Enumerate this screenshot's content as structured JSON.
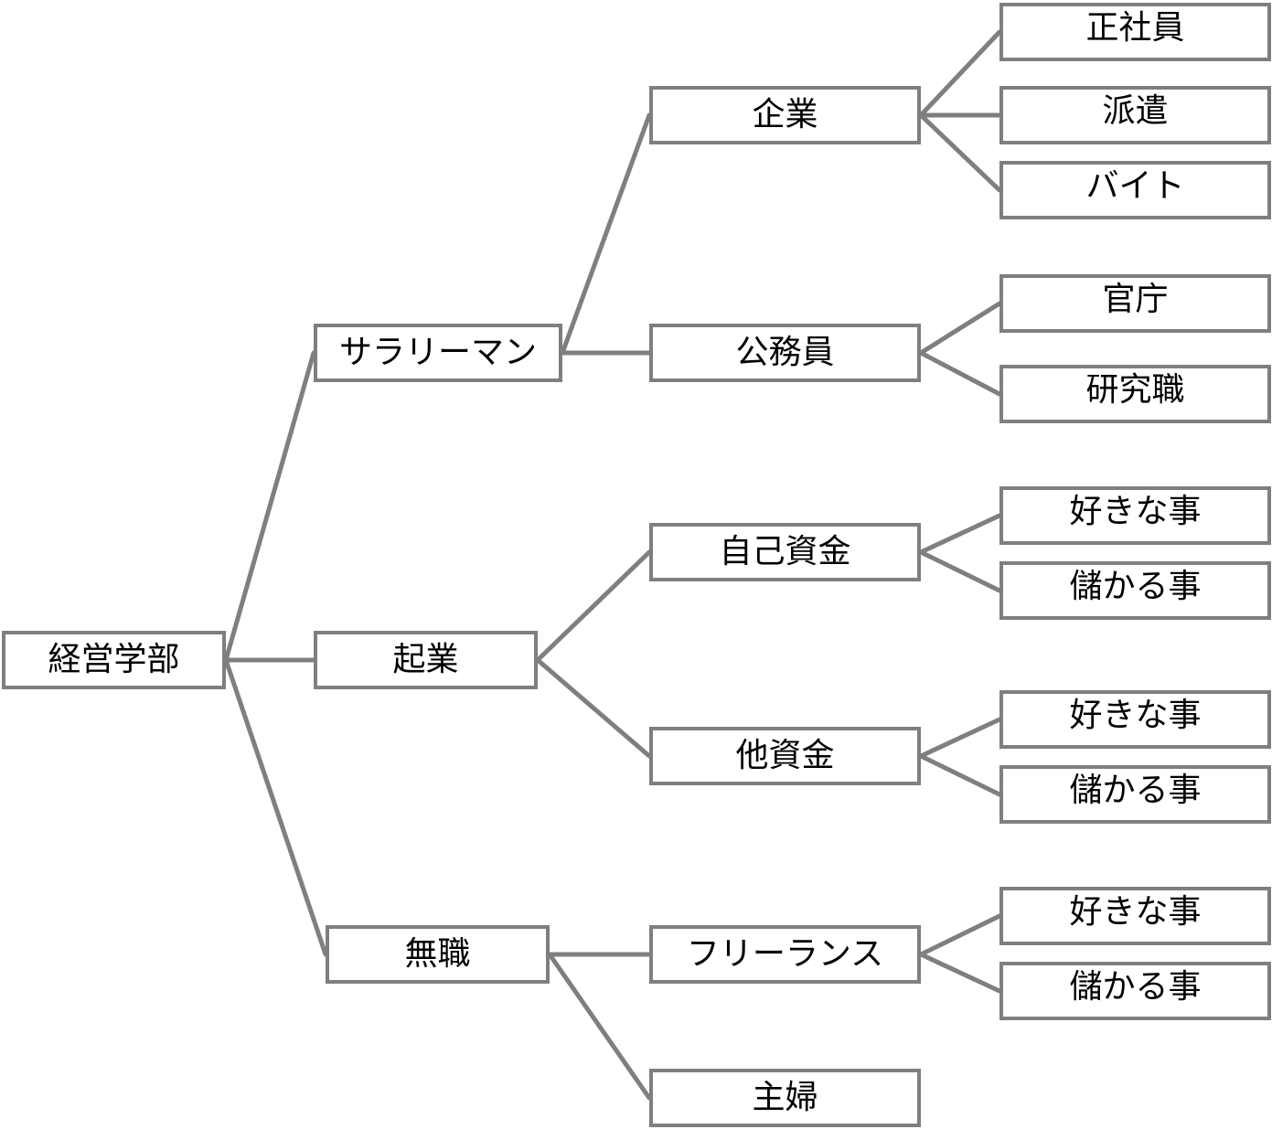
{
  "colors": {
    "line": "#7f7f7f",
    "box_border": "#7f7f7f",
    "box_fill": "#ffffff",
    "text": "#000000"
  },
  "tree": {
    "root": "経営学部",
    "level1": [
      "サラリーマン",
      "起業",
      "無職"
    ],
    "level2": [
      "企業",
      "公務員",
      "自己資金",
      "他資金",
      "フリーランス",
      "主婦"
    ],
    "level3": [
      "正社員",
      "派遣",
      "バイト",
      "官庁",
      "研究職",
      "好きな事",
      "儲かる事",
      "好きな事",
      "儲かる事",
      "好きな事",
      "儲かる事"
    ]
  }
}
